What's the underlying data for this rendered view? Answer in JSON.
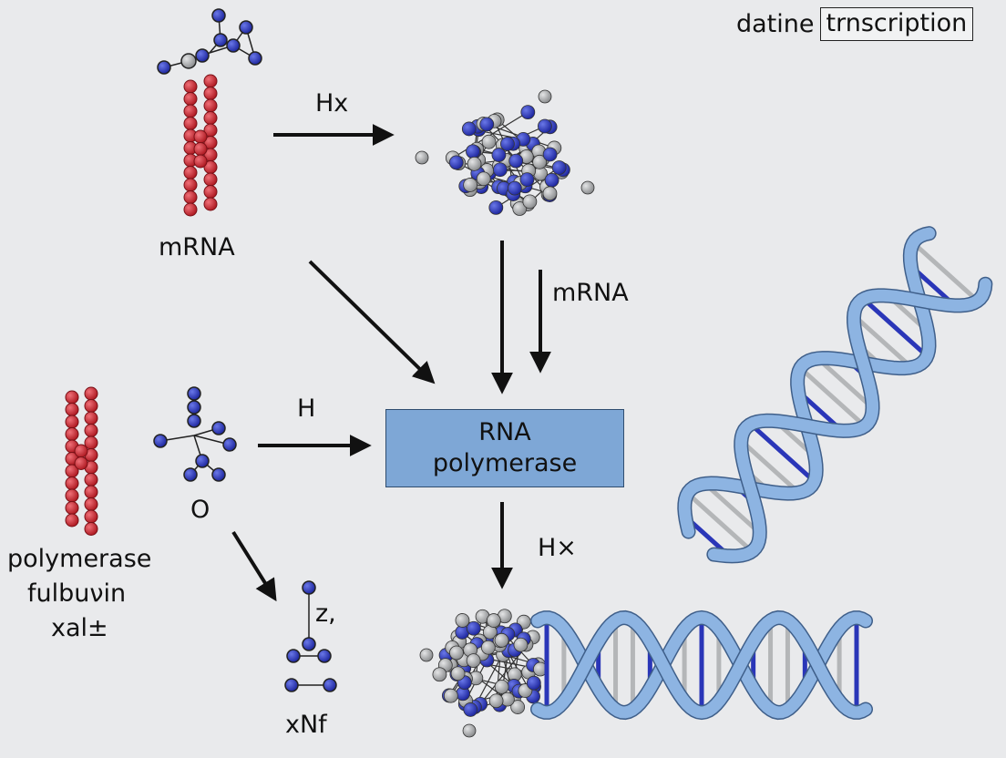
{
  "legend": {
    "prefix": "datine",
    "boxed": "trnscription"
  },
  "labels": {
    "mrna_top": "mRNA",
    "hx_top": "Hx",
    "mrna_mid": "mRNA",
    "h_mid": "H",
    "o_label": "O",
    "hx_lower": "H⨯",
    "z_label": "z,",
    "xnf": "xNf",
    "polymerase_1": "polymerase",
    "polymerase_2": "fulbuνin",
    "polymerase_3": "xal±"
  },
  "box": {
    "line1": "RNA",
    "line2": "polymerase"
  },
  "colors": {
    "red_bead": "#c9262f",
    "blue_atom": "#2a36b8",
    "grey_atom": "#a9abad",
    "box_fill": "#7ea7d6",
    "helix": "#8db4e2"
  }
}
